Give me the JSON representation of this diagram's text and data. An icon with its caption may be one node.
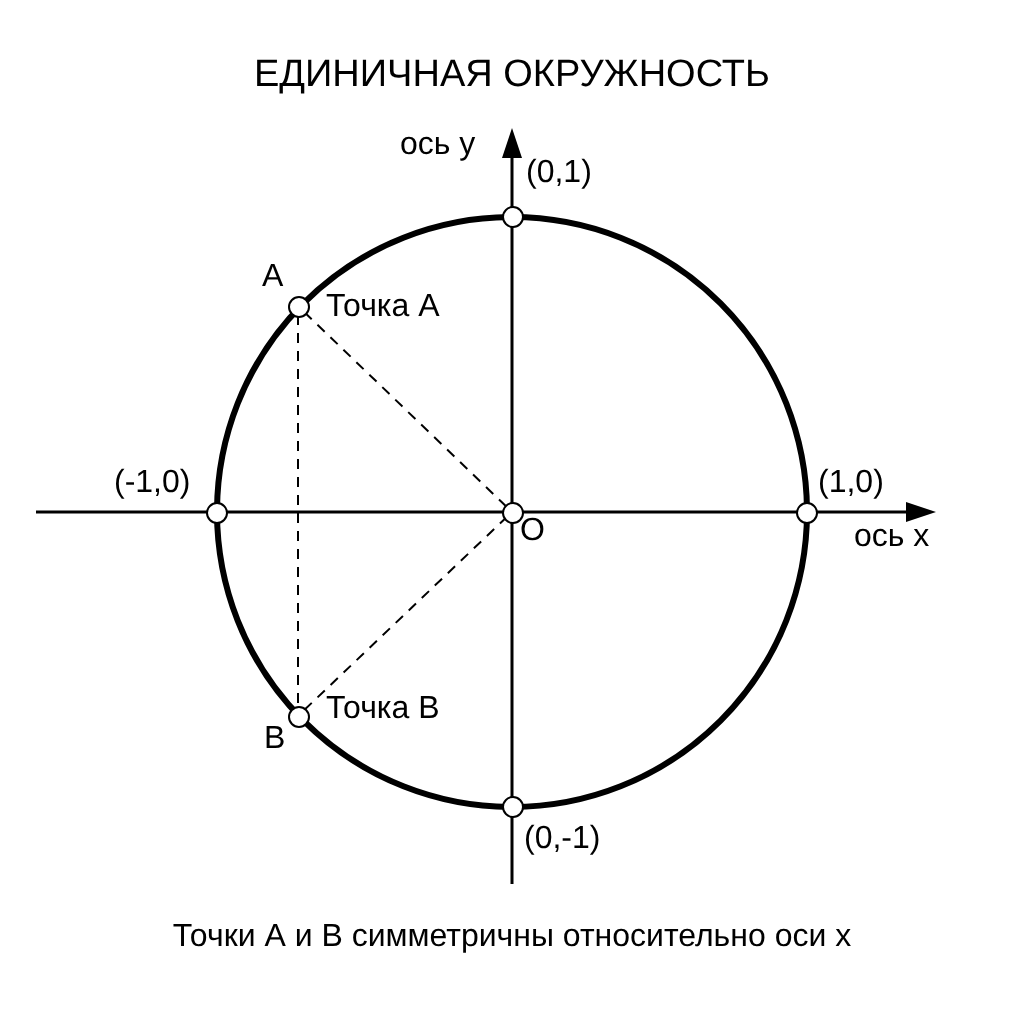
{
  "diagram": {
    "title": "ЕДИНИЧНАЯ ОКРУЖНОСТЬ",
    "caption": "Точки А и В симметричны относительно оси х",
    "nodes": [
      {
        "text": [],
        "shape": "circle",
        "beside": [
          "(0,1)"
        ]
      },
      {
        "text": [],
        "shape": "circle",
        "beside": [
          "А",
          "Точка А"
        ]
      },
      {
        "text": [],
        "shape": "circle",
        "beside": [
          "(-1,0)"
        ]
      },
      {
        "text": [],
        "shape": "circle",
        "beside": [
          "O"
        ]
      },
      {
        "text": [],
        "shape": "circle",
        "beside": [
          "(1,0)"
        ]
      },
      {
        "text": [],
        "shape": "circle",
        "beside": [
          "В",
          "Точка В"
        ]
      },
      {
        "text": [],
        "shape": "circle",
        "beside": [
          "(0,-1)"
        ]
      }
    ],
    "edges": [
      {
        "from": 1,
        "to": 3,
        "arrow": "none",
        "style": "dashed"
      },
      {
        "from": 5,
        "to": 3,
        "arrow": "none",
        "style": "dashed"
      },
      {
        "from": 1,
        "to": 5,
        "arrow": "none",
        "style": "dashed"
      }
    ],
    "labels": [
      "ось у",
      "ось х"
    ]
  }
}
